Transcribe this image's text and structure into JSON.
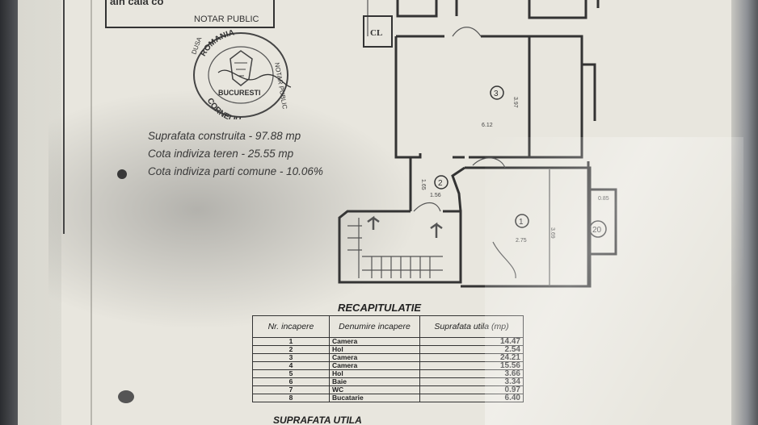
{
  "header": {
    "cut_text": "ain cala co",
    "notary_label": "NOTAR PUBLIC"
  },
  "stamp": {
    "top_text": "ROMANIA",
    "side_text": "NOTAR PUBLIC",
    "city_text": "BUCURESTI",
    "name_text": "CORNELIU",
    "left_text": "DUSA"
  },
  "stats": {
    "built_area": "Suprafata construita - 97.88 mp",
    "land_share": "Cota indiviza teren - 25.55 mp",
    "common_share": "Cota indiviza parti comune - 10.06%"
  },
  "plan": {
    "cl_label": "CL",
    "room_labels": [
      "3",
      "2",
      "1",
      "20"
    ],
    "dimensions": [
      "3.97",
      "6.12",
      "1.65",
      "1.56",
      "3.69",
      "2.75",
      "0.85"
    ]
  },
  "recap": {
    "title": "RECAPITULATIE",
    "headers": [
      "Nr. incapere",
      "Denumire incapere",
      "Suprafata utila (mp)"
    ],
    "rows": [
      {
        "nr": "1",
        "name": "Camera",
        "area": "14.47"
      },
      {
        "nr": "2",
        "name": "Hol",
        "area": "2.54"
      },
      {
        "nr": "3",
        "name": "Camera",
        "area": "24.21"
      },
      {
        "nr": "4",
        "name": "Camera",
        "area": "15.56"
      },
      {
        "nr": "5",
        "name": "Hol",
        "area": "3.66"
      },
      {
        "nr": "6",
        "name": "Baie",
        "area": "3.34"
      },
      {
        "nr": "7",
        "name": "WC",
        "area": "0.97"
      },
      {
        "nr": "8",
        "name": "Bucatarie",
        "area": "6.40"
      }
    ],
    "total_label": "SUPRAFATA UTILA"
  }
}
